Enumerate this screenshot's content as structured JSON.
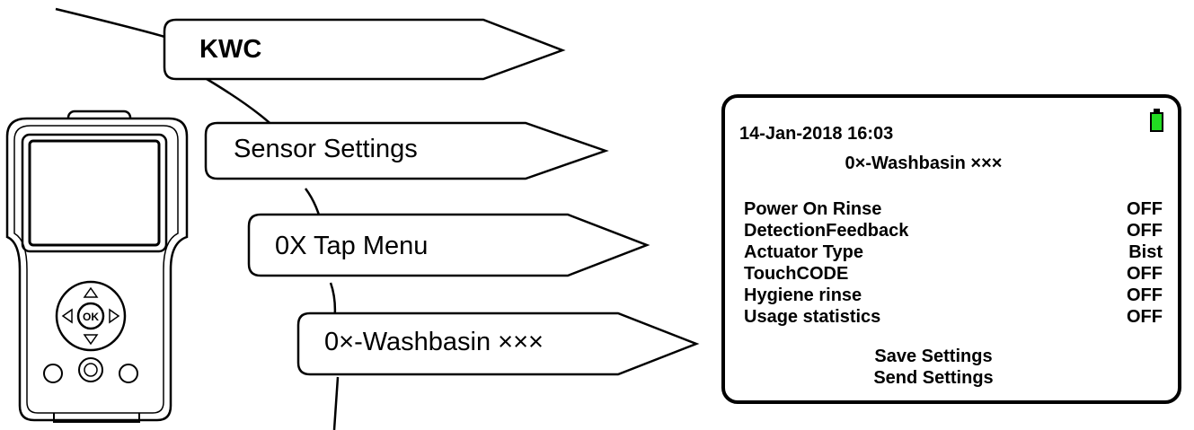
{
  "menu_path": {
    "level1": "KWC",
    "level2": "Sensor Settings",
    "level3": "0X Tap Menu",
    "level4": "0×-Washbasin ×××"
  },
  "screen": {
    "datetime": "14-Jan-2018 16:03",
    "title": "0×-Washbasin ×××",
    "battery_color": "#22dd22",
    "settings": [
      {
        "label": "Power On Rinse",
        "value": "OFF"
      },
      {
        "label": "DetectionFeedback",
        "value": "OFF"
      },
      {
        "label": "Actuator Type",
        "value": "Bist"
      },
      {
        "label": "TouchCODE",
        "value": "OFF"
      },
      {
        "label": "Hygiene rinse",
        "value": "OFF"
      },
      {
        "label": "Usage statistics",
        "value": "OFF"
      }
    ],
    "actions": {
      "save": "Save Settings",
      "send": "Send Settings"
    }
  },
  "device": {
    "ok_button": "OK"
  }
}
